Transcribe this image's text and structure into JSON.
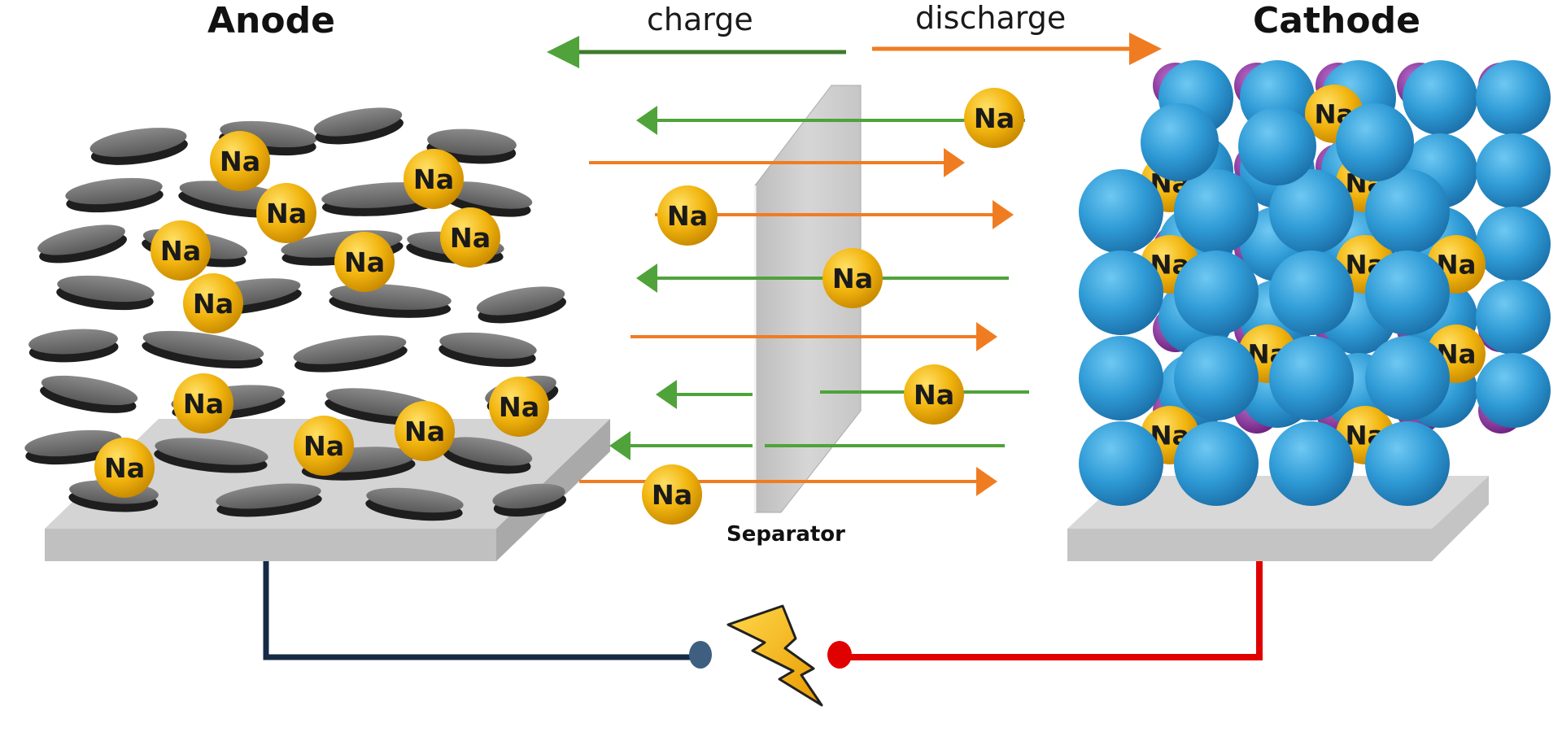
{
  "diagram": {
    "title_left": "Anode",
    "title_right": "Cathode",
    "charge_label": "charge",
    "discharge_label": "discharge",
    "separator_label": "Separator",
    "ion_label": "Na",
    "colors": {
      "charge_arrow": "#4fa33a",
      "discharge_arrow": "#f07c22",
      "sodium_ion": "#f2b50f",
      "anode_flake": "#5d5d5d",
      "cathode_large_sphere": "#2f9bd6",
      "cathode_small_sphere": "#8a2f9a",
      "negative_wire": "#152a45",
      "positive_wire": "#e00000",
      "current_collector": "#c4c4c4",
      "separator": "#cfcfcf",
      "lightning_bolt": "#f6b81a"
    },
    "icons": {
      "power_source": "lightning-bolt-icon",
      "negative_terminal": "terminal-dot-icon",
      "positive_terminal": "terminal-dot-icon"
    }
  }
}
